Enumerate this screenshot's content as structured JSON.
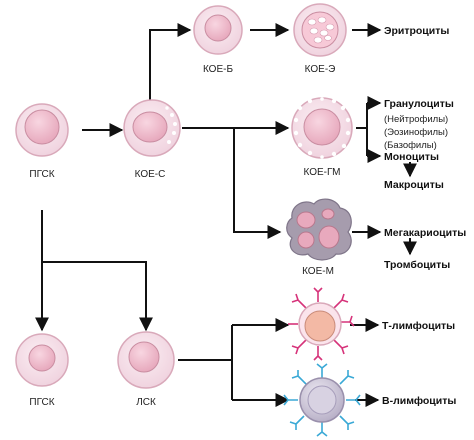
{
  "nodes": {
    "pgsk_top": "ПГСК",
    "koe_s": "КОЕ-С",
    "koe_b": "КОЕ-Б",
    "koe_e": "КОЕ-Э",
    "koe_gm": "КОЕ-ГМ",
    "koe_m": "КОЕ-М",
    "pgsk_bottom": "ПГСК",
    "lsk": "ЛСК"
  },
  "outputs": {
    "erythrocytes": "Эритроциты",
    "granulocytes": "Гранулоциты",
    "neutrophils": "(Нейтрофилы)",
    "eosinophils": "(Эозинофилы)",
    "basophils": "(Базофилы)",
    "monocytes": "Моноциты",
    "macrocytes": "Макроциты",
    "megakaryocytes": "Мегакариоциты",
    "thrombocytes": "Тромбоциты",
    "t_lymphocytes": "Т-лимфоциты",
    "b_lymphocytes": "В-лимфоциты"
  },
  "colors": {
    "cell_outer": "#f6dde6",
    "cell_border": "#d9a9ba",
    "nucleus": "#eeb9c9",
    "nucleus_border": "#c98da1",
    "granule": "#ffffff",
    "megakaryocyte_body": "#9a8fa3",
    "megakaryocyte_nucleus": "#e6a3b8",
    "t_marker": "#d6337a",
    "b_marker": "#3aa9d6",
    "b_cell_body": "#c9c2d6",
    "t_cell_nucleus": "#f2b7a2",
    "edge": "#111111"
  }
}
